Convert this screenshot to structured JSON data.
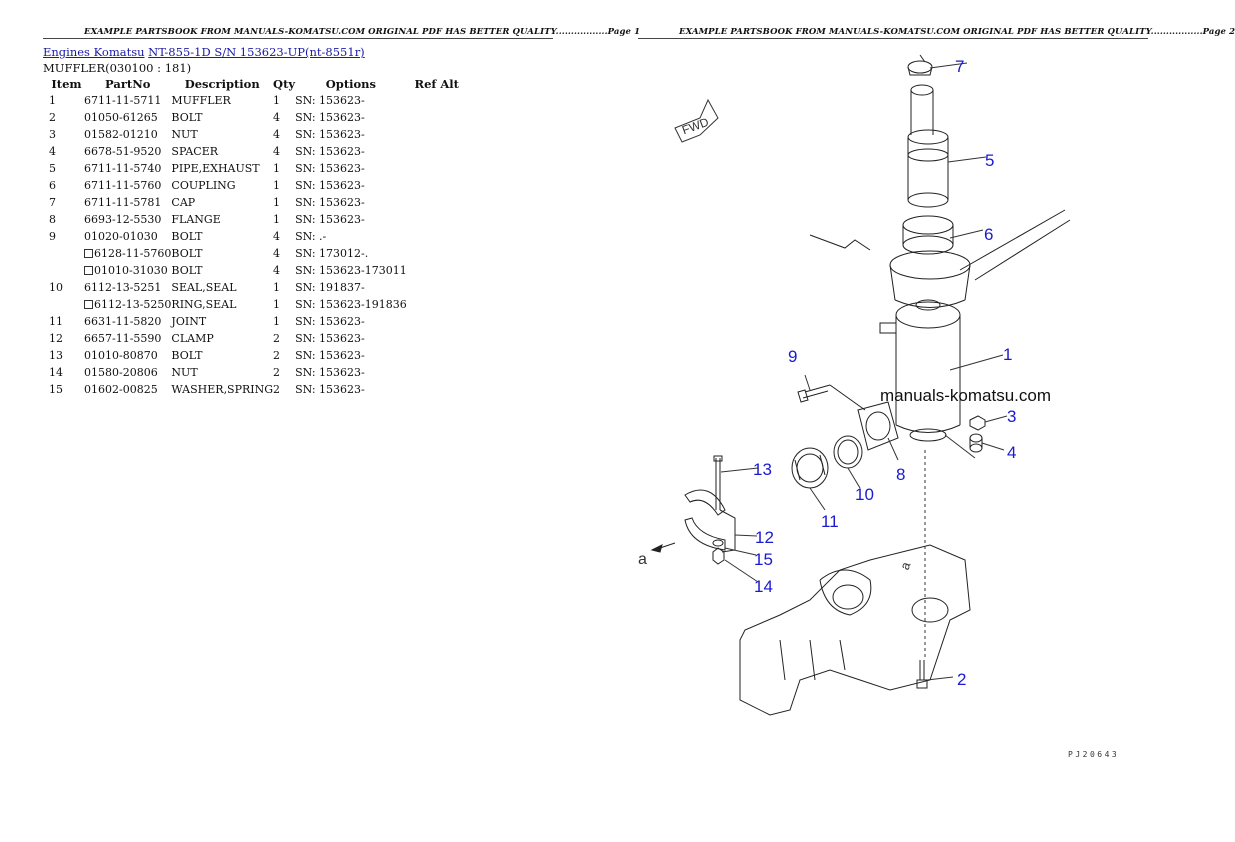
{
  "header": {
    "page1": "EXAMPLE PARTSBOOK FROM MANUALS-KOMATSU.COM ORIGINAL PDF HAS BETTER QUALITY.................Page 1",
    "page2": "EXAMPLE PARTSBOOK FROM MANUALS-KOMATSU.COM ORIGINAL PDF HAS BETTER QUALITY.................Page 2"
  },
  "breadcrumb": {
    "link1": "Engines Komatsu",
    "link2": "NT-855-1D S/N 153623-UP(nt-8551r)"
  },
  "section_title": "MUFFLER(030100 : 181)",
  "table": {
    "columns": [
      "Item",
      "PartNo",
      "Description",
      "Qty",
      "Options",
      "Ref Alt"
    ],
    "rows": [
      {
        "item": "1",
        "part": "6711-11-5711",
        "box": false,
        "desc": "MUFFLER",
        "qty": "1",
        "opt": "SN: 153623-",
        "ref": ""
      },
      {
        "item": "2",
        "part": "01050-61265",
        "box": false,
        "desc": "BOLT",
        "qty": "4",
        "opt": "SN: 153623-",
        "ref": ""
      },
      {
        "item": "3",
        "part": "01582-01210",
        "box": false,
        "desc": "NUT",
        "qty": "4",
        "opt": "SN: 153623-",
        "ref": ""
      },
      {
        "item": "4",
        "part": "6678-51-9520",
        "box": false,
        "desc": "SPACER",
        "qty": "4",
        "opt": "SN: 153623-",
        "ref": ""
      },
      {
        "item": "5",
        "part": "6711-11-5740",
        "box": false,
        "desc": "PIPE,EXHAUST",
        "qty": "1",
        "opt": "SN: 153623-",
        "ref": ""
      },
      {
        "item": "6",
        "part": "6711-11-5760",
        "box": false,
        "desc": "COUPLING",
        "qty": "1",
        "opt": "SN: 153623-",
        "ref": ""
      },
      {
        "item": "7",
        "part": "6711-11-5781",
        "box": false,
        "desc": "CAP",
        "qty": "1",
        "opt": "SN: 153623-",
        "ref": ""
      },
      {
        "item": "8",
        "part": "6693-12-5530",
        "box": false,
        "desc": "FLANGE",
        "qty": "1",
        "opt": "SN: 153623-",
        "ref": ""
      },
      {
        "item": "9",
        "part": "01020-01030",
        "box": false,
        "desc": "BOLT",
        "qty": "4",
        "opt": "SN: .-",
        "ref": ""
      },
      {
        "item": "",
        "part": "6128-11-5760",
        "box": true,
        "desc": "BOLT",
        "qty": "4",
        "opt": "SN: 173012-.",
        "ref": ""
      },
      {
        "item": "",
        "part": "01010-31030",
        "box": true,
        "desc": "BOLT",
        "qty": "4",
        "opt": "SN: 153623-173011",
        "ref": ""
      },
      {
        "item": "10",
        "part": "6112-13-5251",
        "box": false,
        "desc": "SEAL,SEAL",
        "qty": "1",
        "opt": "SN: 191837-",
        "ref": ""
      },
      {
        "item": "",
        "part": "6112-13-5250",
        "box": true,
        "desc": "RING,SEAL",
        "qty": "1",
        "opt": "SN: 153623-191836",
        "ref": ""
      },
      {
        "item": "11",
        "part": "6631-11-5820",
        "box": false,
        "desc": "JOINT",
        "qty": "1",
        "opt": "SN: 153623-",
        "ref": ""
      },
      {
        "item": "12",
        "part": "6657-11-5590",
        "box": false,
        "desc": "CLAMP",
        "qty": "2",
        "opt": "SN: 153623-",
        "ref": ""
      },
      {
        "item": "13",
        "part": "01010-80870",
        "box": false,
        "desc": "BOLT",
        "qty": "2",
        "opt": "SN: 153623-",
        "ref": ""
      },
      {
        "item": "14",
        "part": "01580-20806",
        "box": false,
        "desc": "NUT",
        "qty": "2",
        "opt": "SN: 153623-",
        "ref": ""
      },
      {
        "item": "15",
        "part": "01602-00825",
        "box": false,
        "desc": "WASHER,SPRING",
        "qty": "2",
        "opt": "SN: 153623-",
        "ref": ""
      }
    ]
  },
  "diagram": {
    "watermark": "manuals-komatsu.com",
    "fwd_label": "FWD",
    "arrow_label": "a",
    "callouts": [
      "7",
      "5",
      "6",
      "1",
      "9",
      "3",
      "4",
      "8",
      "10",
      "11",
      "13",
      "12",
      "15",
      "14",
      "2"
    ],
    "drawing_code": "PJ20643",
    "color_callout": "#1a1ad0"
  }
}
